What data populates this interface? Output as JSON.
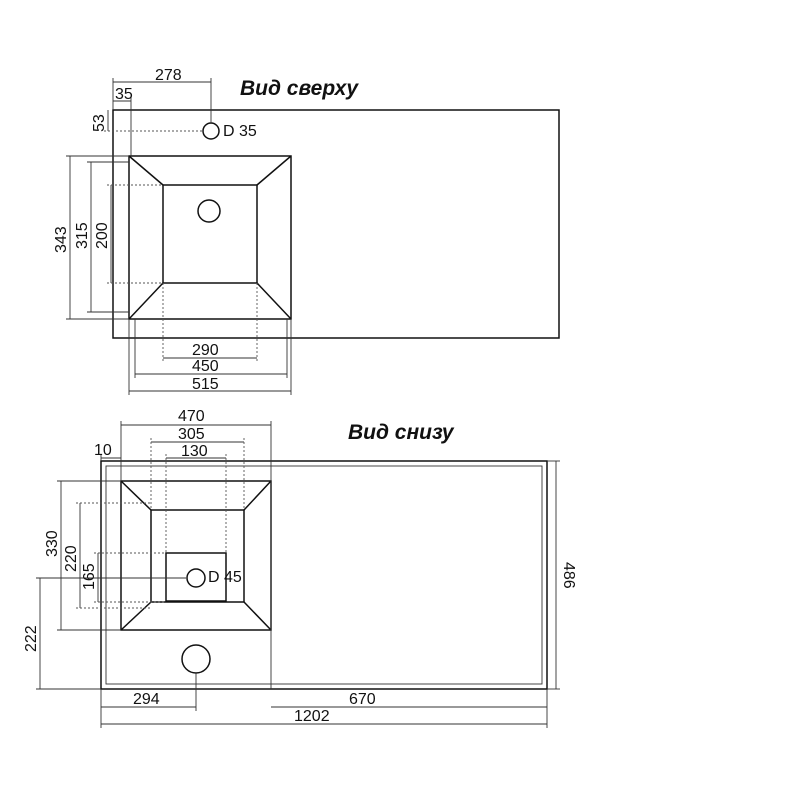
{
  "top_view": {
    "title": "Вид сверху",
    "dims": {
      "faucet_x": "278",
      "edge_x": "35",
      "faucet_y": "53",
      "hole_diameter": "D 35",
      "outer_h": "343",
      "bowl_h": "315",
      "inner_h": "200",
      "inner_w": "290",
      "bowl_w": "450",
      "outer_w": "515"
    }
  },
  "bottom_view": {
    "title": "Вид снизу",
    "dims": {
      "outer_w": "470",
      "bowl_w": "305",
      "drain_w": "130",
      "edge": "10",
      "outer_h": "330",
      "bowl_h": "220",
      "drain_h": "165",
      "drain_diameter": "D 45",
      "hole_y": "222",
      "hole_x": "294",
      "right_part": "670",
      "total_length": "1202",
      "depth": "486"
    }
  }
}
